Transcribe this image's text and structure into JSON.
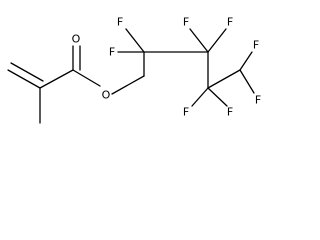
{
  "molecule": {
    "atoms": {
      "carbonyl_oxygen": "O",
      "ester_oxygen": "O",
      "c2_fluorine_up": "F",
      "c2_fluorine_left": "F",
      "c3_fluorine_up_left": "F",
      "c3_fluorine_up_right": "F",
      "c4_fluorine_down_left": "F",
      "c4_fluorine_down_right": "F",
      "c5_fluorine_up": "F",
      "c5_fluorine_down": "F"
    }
  }
}
